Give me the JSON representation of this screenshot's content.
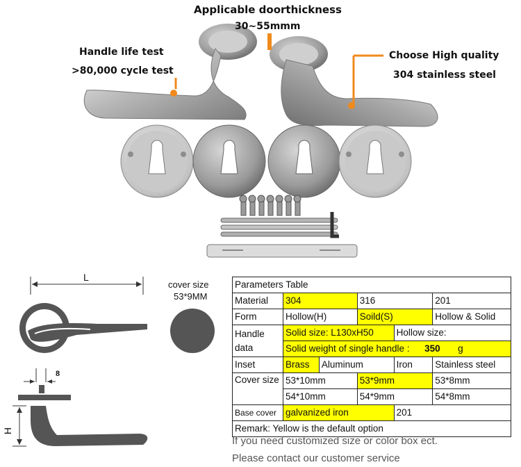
{
  "callouts": {
    "door_thickness_title": "Applicable doorthickness",
    "door_thickness_range": "30~55mmm",
    "life_test_title": "Handle life test",
    "life_test_value": ">80,000 cycle test",
    "material_title": "Choose High quality",
    "material_value": "304 stainless steel"
  },
  "diagram": {
    "length_label": "L",
    "height_label": "H",
    "rose_thickness_label": "8",
    "cover_size_title": "cover size",
    "cover_size_value": "53*9MM"
  },
  "parameters_table": {
    "title": "Parameters Table",
    "material": {
      "label": "Material",
      "options": [
        "304",
        "316",
        "201"
      ],
      "default": "304"
    },
    "form": {
      "label": "Form",
      "options": [
        "Hollow(H)",
        "Soild(S)",
        "Hollow & Solid"
      ],
      "default": "Soild(S)"
    },
    "handle_data": {
      "label_line1": "Handle",
      "label_line2": "data",
      "solid_size": "Solid size: L130xH50",
      "hollow_size": "Hollow size:",
      "solid_weight_label": "Solid weight of single handle :",
      "solid_weight_value": "350",
      "solid_weight_unit": "g"
    },
    "inset": {
      "label": "Inset",
      "options": [
        "Brass",
        "Aluminum",
        "Iron",
        "Stainless steel"
      ],
      "default": "Brass"
    },
    "cover_size": {
      "label": "Cover size",
      "row1": [
        "53*10mm",
        "53*9mm",
        "53*8mm"
      ],
      "row2": [
        "54*10mm",
        "54*9mm",
        "54*8mm"
      ],
      "default": "53*9mm"
    },
    "base_cover": {
      "label": "Base cover",
      "options": [
        "galvanized iron",
        "201"
      ],
      "default": "galvanized iron"
    },
    "remark": "Remark: Yellow is the default option"
  },
  "footer_notes": {
    "line1": "If you need customized size or color box ect.",
    "line2": "Please contact our customer service"
  },
  "colors": {
    "highlight": "#ffff00",
    "accent": "#f08a1c",
    "diagram_fill": "#555555"
  }
}
